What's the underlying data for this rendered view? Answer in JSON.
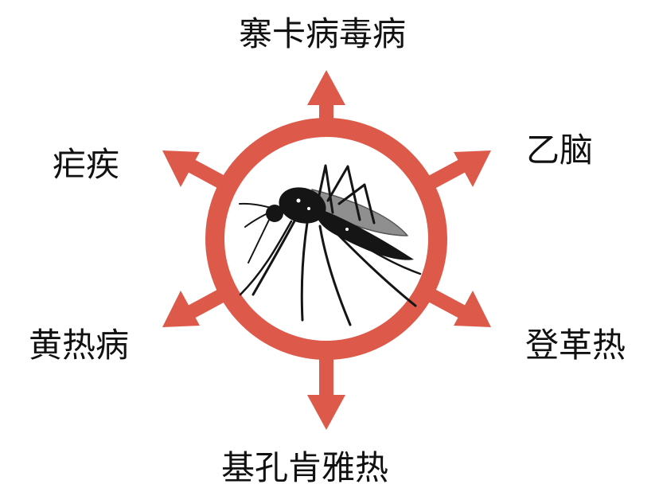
{
  "colors": {
    "ring": "#dd5a4a",
    "mosquito": "#151515",
    "wing": "#8f8f8f",
    "text": "#111111"
  },
  "diseases": {
    "top": "寨卡病毒病",
    "upper_left": "疟疾",
    "upper_right": "乙脑",
    "lower_left": "黄热病",
    "lower_right": "登革热",
    "bottom": "基孔肯雅热"
  },
  "icons": {
    "center": "mosquito-icon"
  }
}
